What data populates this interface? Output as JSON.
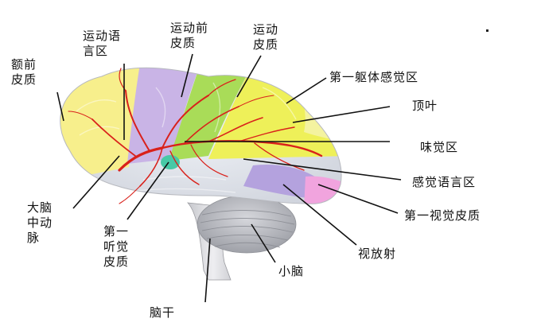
{
  "labels": {
    "frontal_association": "额前\n皮质",
    "motor_speech": "运动语\n言区",
    "premotor": "运动前\n皮质",
    "motor": "运动\n皮质",
    "somatosensory": "第一躯体感觉区",
    "parietal": "顶叶",
    "taste": "味觉区",
    "sensory_speech": "感觉语言区",
    "visual_cortex": "第一视觉皮质",
    "optic_radiation": "视放射",
    "cerebellum": "小脑",
    "brainstem": "脑干",
    "middle_cerebral_artery": "大脑\n中动\n脉",
    "auditory_cortex": "第一\n听觉\n皮质"
  },
  "colors": {
    "frontal": "#f7ef8c",
    "premotor": "#c9b4e6",
    "motor": "#a9dc58",
    "sensory": "#eef059",
    "temporal": "#dfe3ea",
    "speech": "#b4a2de",
    "visual": "#f1a4de",
    "artery": "#d9211b",
    "brainstem": "#d9dadf",
    "leader_line": "#111111"
  }
}
